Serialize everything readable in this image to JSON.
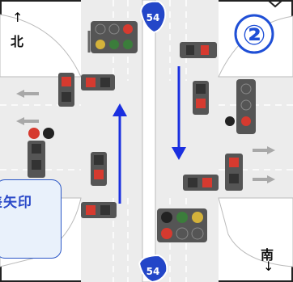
{
  "diagram": {
    "number_badge": "②",
    "route_shield_top": "54",
    "route_shield_bottom": "54",
    "north_label": "北",
    "south_label": "南",
    "north_arrow": "↑",
    "south_arrow": "↓",
    "callout_text": "差矢印"
  },
  "colors": {
    "blue_arrow": "#1a2fe0",
    "badge_blue": "#1f4fd6",
    "signal_red": "#d63a2f",
    "signal_green": "#3b7d3b",
    "signal_yellow": "#d4b23a",
    "road_gray": "#d7d7d7"
  }
}
